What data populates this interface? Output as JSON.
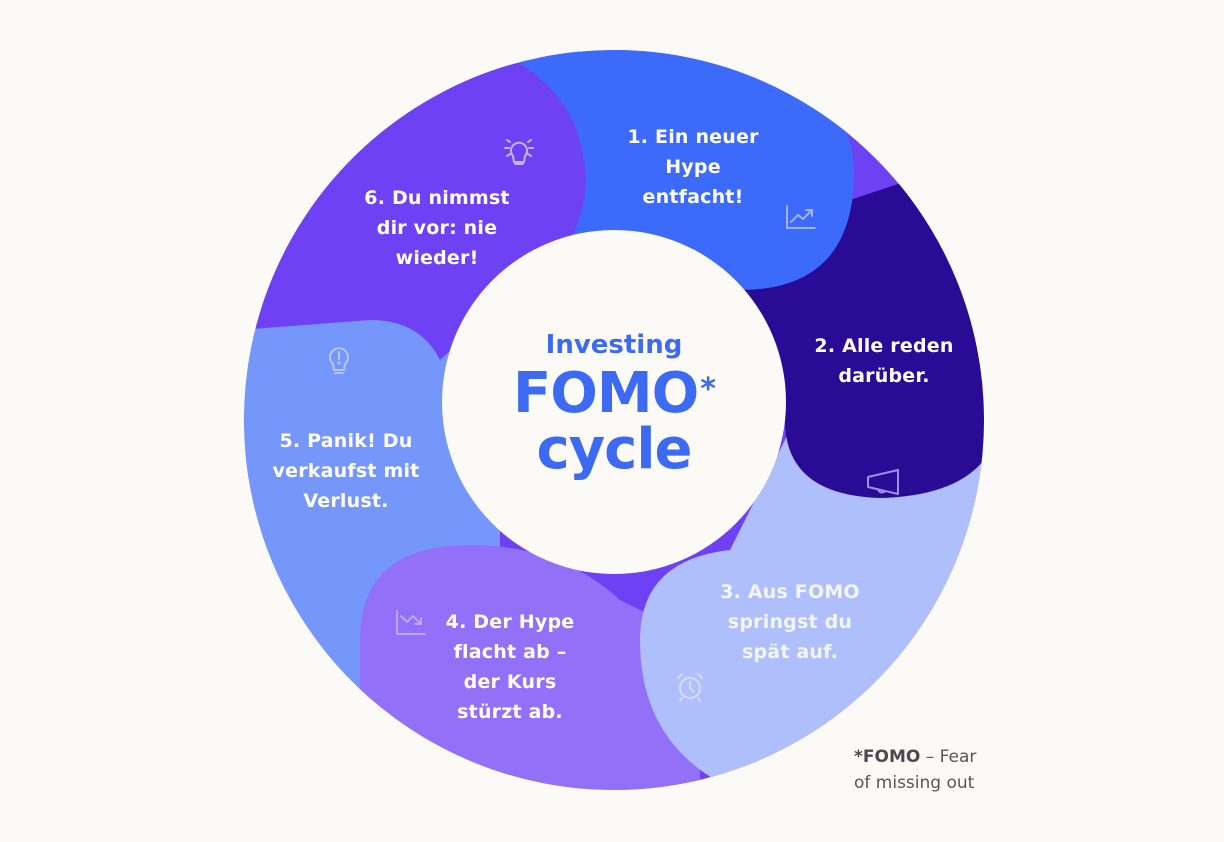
{
  "title": {
    "subtitle": "Investing",
    "main_line1": "FOMO",
    "asterisk": "*",
    "main_line2": "cycle"
  },
  "steps": [
    {
      "number": 1,
      "label": "1. Ein neuer\nHype\nentfacht!",
      "icon": "trending-up-chart-icon",
      "color": "#3c6bfc"
    },
    {
      "number": 2,
      "label": "2. Alle reden\ndarüber.",
      "icon": "megaphone-icon",
      "color": "#2a0b96"
    },
    {
      "number": 3,
      "label": "3. Aus FOMO\nspringst du\nspät auf.",
      "icon": "alarm-clock-icon",
      "color": "#aebffc"
    },
    {
      "number": 4,
      "label": "4. Der Hype\nflacht ab –\nder Kurs\nstürzt ab.",
      "icon": "trending-down-chart-icon",
      "color": "#9270f7"
    },
    {
      "number": 5,
      "label": "5. Panik! Du\nverkaufst mit\nVerlust.",
      "icon": "lightbulb-alert-icon",
      "color": "#7596fb"
    },
    {
      "number": 6,
      "label": "6. Du nimmst\ndir vor: nie\nwieder!",
      "icon": "lightbulb-idea-icon",
      "color": "#6f41f5"
    }
  ],
  "footnote": {
    "term": "*FOMO",
    "definition": " – Fear of missing out"
  },
  "colors": {
    "background": "#fbfaf7",
    "center_circle": "#fbfaf7",
    "title_text": "#3d6af2",
    "icon_stroke": "#c3b6ff"
  }
}
